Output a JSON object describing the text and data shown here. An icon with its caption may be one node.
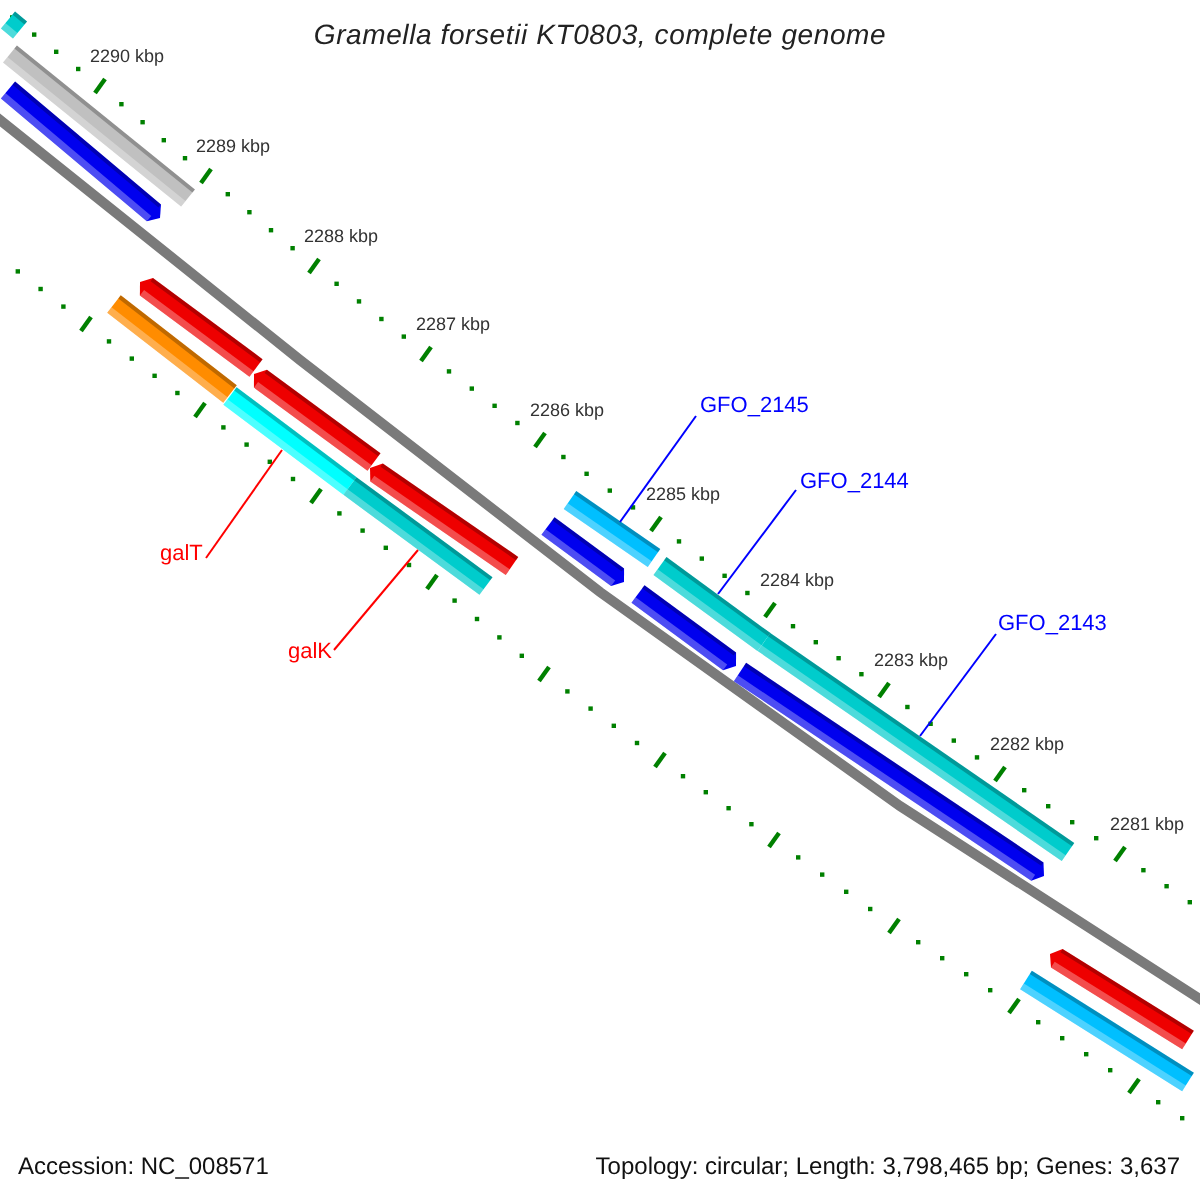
{
  "diagram": {
    "title": "Gramella forsetii KT0803, complete genome",
    "nodes": [
      {
        "text": [],
        "shape": "bar"
      },
      {
        "text": [],
        "shape": "bar"
      },
      {
        "text": [],
        "shape": "bar"
      },
      {
        "text": [],
        "shape": "bar"
      },
      {
        "text": [],
        "shape": "bar"
      },
      {
        "text": [],
        "shape": "bar"
      },
      {
        "text": [],
        "shape": "bar"
      },
      {
        "text": [],
        "shape": "bar"
      },
      {
        "text": [],
        "shape": "bar"
      },
      {
        "text": [],
        "shape": "bar"
      },
      {
        "text": [],
        "shape": "bar"
      },
      {
        "text": [],
        "shape": "bar"
      },
      {
        "text": [],
        "shape": "bar"
      },
      {
        "text": [],
        "shape": "bar"
      },
      {
        "text": [],
        "shape": "bar"
      },
      {
        "text": [],
        "shape": "bar"
      },
      {
        "text": [],
        "shape": "bar"
      },
      {
        "text": [
          "GFO_2145"
        ]
      },
      {
        "text": [
          "GFO_2144"
        ]
      },
      {
        "text": [
          "galT"
        ]
      },
      {
        "text": [
          "GFO_2143"
        ]
      },
      {
        "text": [
          "galK"
        ]
      }
    ],
    "edges": [
      {
        "from": 17,
        "to": 10,
        "arrow": "none"
      },
      {
        "from": 18,
        "to": 13,
        "arrow": "none"
      },
      {
        "from": 19,
        "to": 6,
        "arrow": "none",
        "color": "#ff0000"
      },
      {
        "from": 20,
        "to": 14,
        "arrow": "none"
      },
      {
        "from": 21,
        "to": 9,
        "arrow": "none",
        "color": "#ff0000"
      }
    ],
    "labels": [
      "2290 kbp",
      "2289 kbp",
      "2288 kbp",
      "2287 kbp",
      "2286 kbp",
      "2285 kbp",
      "2284 kbp",
      "2283 kbp",
      "2282 kbp",
      "2281 kbp",
      "Accession: NC_008571",
      "Topology: circular; Length: 3,798,465 bp; Genes: 3,637"
    ]
  }
}
